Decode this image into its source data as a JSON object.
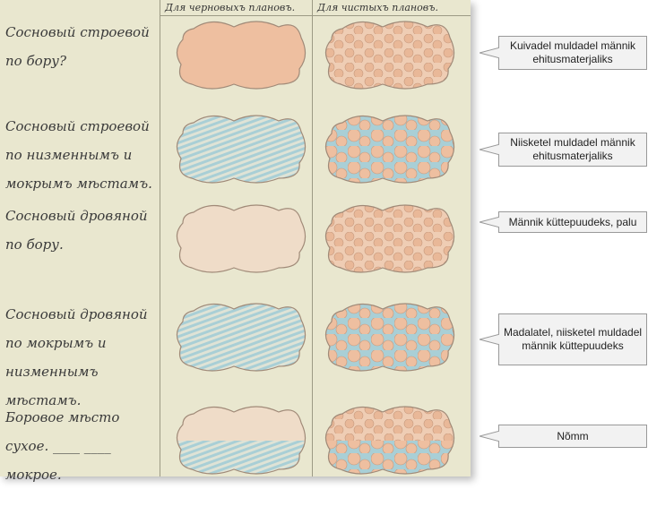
{
  "header": {
    "draft_plans": "Для черновыхъ плановъ.",
    "clean_plans": "Для чистыхъ плановъ."
  },
  "rows": [
    {
      "label": "Сосновый строевой по бору?",
      "type": "dry",
      "callout": "Kuivadel muldadel männik ehitusmaterjaliks"
    },
    {
      "label": "Сосновый строевой по низменнымъ и мокрымъ мѣстамъ.",
      "type": "wet",
      "callout": "Niisketel muldadel männik ehitusmaterjaliks"
    },
    {
      "label": "Сосновый дровяной по бору.",
      "type": "dry-light",
      "callout": "Männik küttepuudeks, palu"
    },
    {
      "label": "Сосновый дровяной по мокрымъ и низменнымъ мѣстамъ.",
      "type": "wet",
      "callout": "Madalatel, niisketel muldadel männik küttepuudeks"
    },
    {
      "label": "Боровое мѣсто сухое. ____ ____ мокрое.",
      "type": "mixed",
      "callout": "Nõmm"
    }
  ],
  "colors": {
    "paper": "#e9e7cf",
    "salmon": "#eebfa0",
    "blue": "#a9cfd6",
    "pale": "#efd9c4"
  }
}
